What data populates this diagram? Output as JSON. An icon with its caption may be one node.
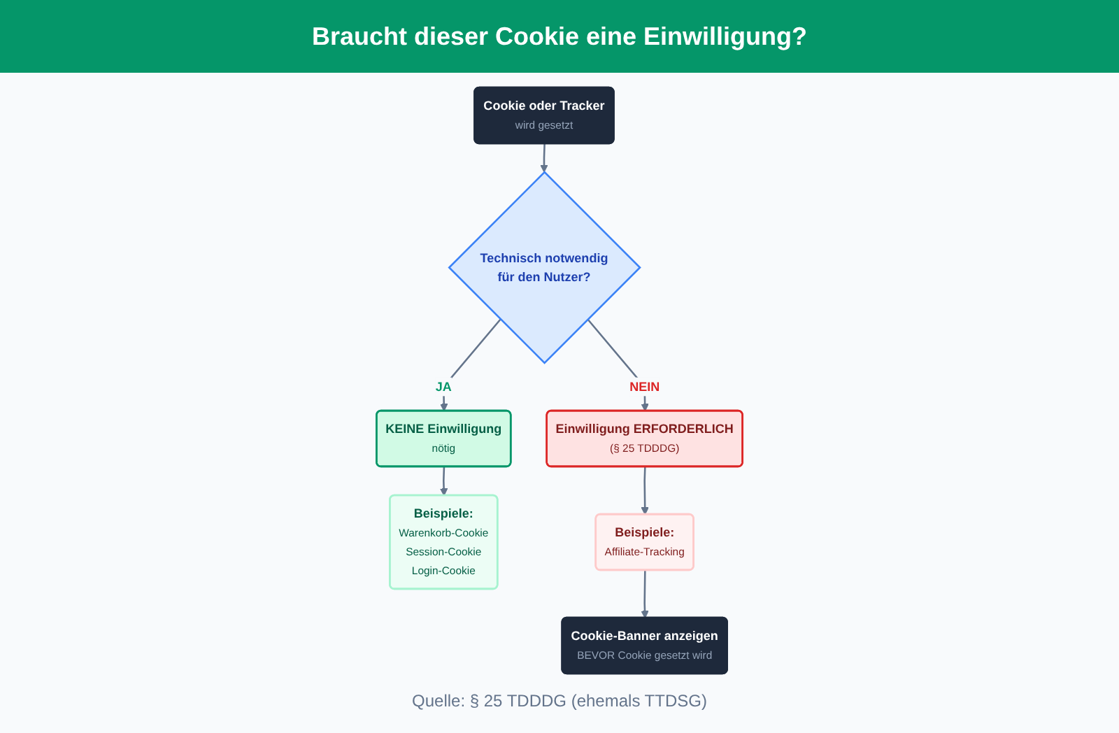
{
  "diagram": {
    "title": "Braucht dieser Cookie eine Einwilligung?",
    "caption": "Quelle: § 25 TDDDG (ehemals TTDSG)",
    "nodes": [
      {
        "text": [
          "Cookie oder Tracker",
          "wird gesetzt"
        ]
      },
      {
        "text": [
          "Technisch notwendig für den Nutzer?"
        ]
      },
      {
        "text": [
          "KEINE Einwilligung",
          "nötig"
        ]
      },
      {
        "text": [
          "Einwilligung ERFORDERLICH",
          "(§ 25 TDDDG)"
        ]
      },
      {
        "text": [
          "Beispiele:",
          "Warenkorb-Cookie",
          "Session-Cookie",
          "Login-Cookie"
        ]
      },
      {
        "text": [
          "Beispiele:",
          "Affiliate-Tracking"
        ]
      },
      {
        "text": [
          "Cookie-Banner anzeigen",
          "BEVOR Cookie gesetzt wird"
        ]
      }
    ],
    "edges": [
      {
        "from": 0,
        "to": 1,
        "arrow": "to"
      },
      {
        "from": 1,
        "to": 2,
        "arrow": "to",
        "label": "JA"
      },
      {
        "from": 1,
        "to": 3,
        "arrow": "to",
        "label": "NEIN"
      },
      {
        "from": 2,
        "to": 4,
        "arrow": "to"
      },
      {
        "from": 3,
        "to": 5,
        "arrow": "to"
      },
      {
        "from": 5,
        "to": 6,
        "arrow": "to"
      }
    ]
  }
}
